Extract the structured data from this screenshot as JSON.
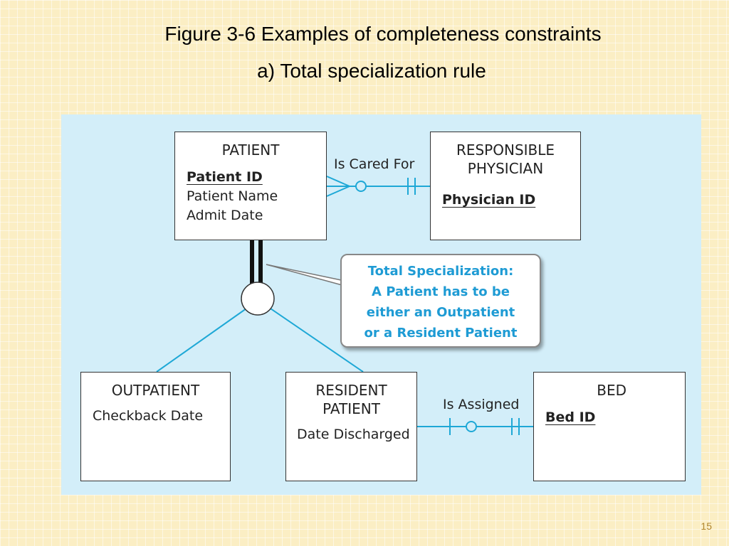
{
  "title": "Figure 3-6 Examples of completeness constraints",
  "subtitle": "a) Total specialization rule",
  "entities": {
    "patient": {
      "name": "PATIENT",
      "key": "Patient ID",
      "attrs": [
        "Patient Name",
        "Admit Date"
      ]
    },
    "physician": {
      "name_line1": "RESPONSIBLE",
      "name_line2": "PHYSICIAN",
      "key": "Physician ID"
    },
    "outpatient": {
      "name": "OUTPATIENT",
      "attrs": [
        "Checkback Date"
      ]
    },
    "resident": {
      "name_line1": "RESIDENT",
      "name_line2": "PATIENT",
      "attrs": [
        "Date Discharged"
      ]
    },
    "bed": {
      "name": "BED",
      "key": "Bed ID"
    }
  },
  "relationships": {
    "cared_for": "Is Cared For",
    "assigned": "Is Assigned"
  },
  "callout": [
    "Total Specialization:",
    "A Patient has to be",
    "either an Outpatient",
    "or a Resident Patient"
  ],
  "page_number": "15",
  "colors": {
    "panel": "#d3eef9",
    "line": "#1ea8d6",
    "callout_text": "#1e9bd4"
  }
}
